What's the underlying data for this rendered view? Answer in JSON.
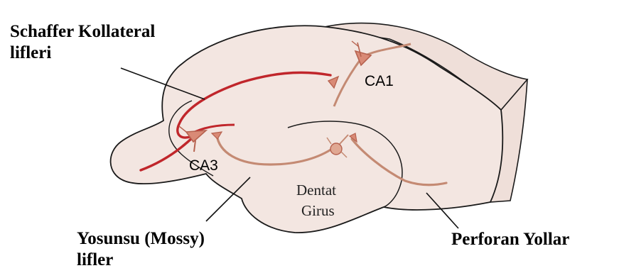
{
  "labels": {
    "schaffer_line1": "Schaffer Kollateral",
    "schaffer_line2": "lifleri",
    "ca1": "CA1",
    "ca3": "CA3",
    "dentate_line1": "Dentat",
    "dentate_line2": "Girus",
    "mossy_line1": "Yosunsu (Mossy)",
    "mossy_line2": "lifler",
    "perforant": "Perforan Yollar"
  },
  "colors": {
    "tissue_fill": "#f3e6e1",
    "tissue_side": "#efdfd9",
    "outline": "#1a1a1a",
    "schaffer_axon": "#c0262b",
    "pathway_brown": "#c48a73",
    "neuron_fill": "#d98a76"
  }
}
